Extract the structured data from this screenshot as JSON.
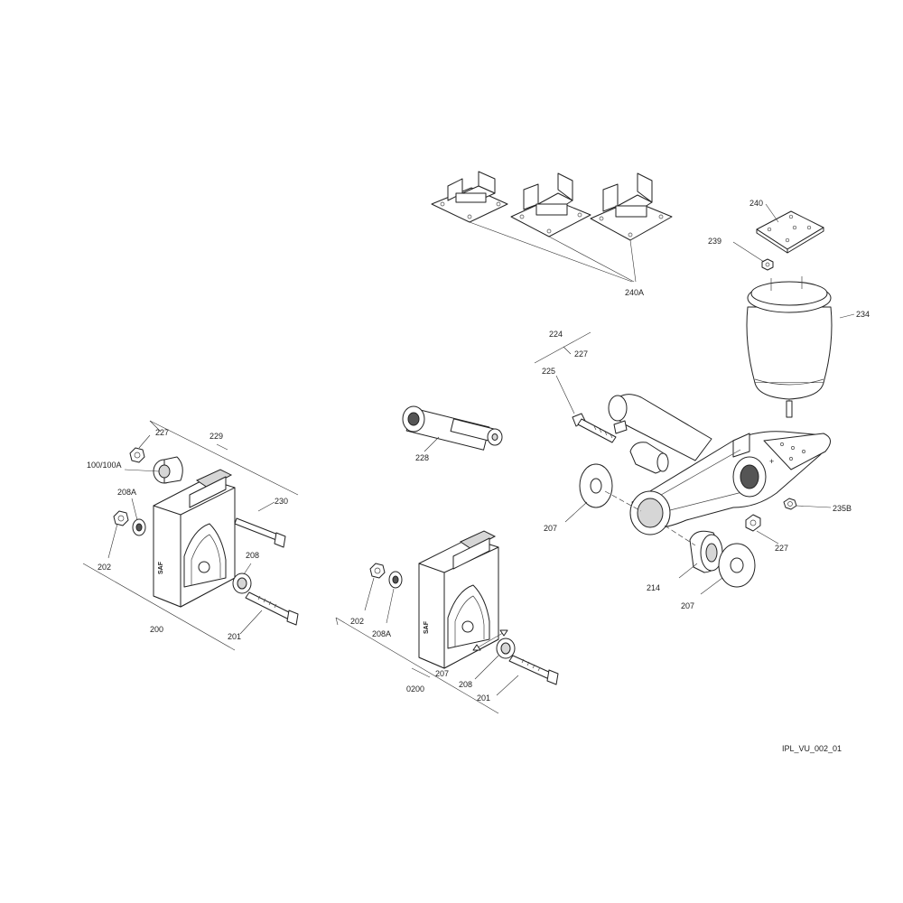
{
  "labels": {
    "l240": "240",
    "l239": "239",
    "l240a": "240A",
    "l234": "234",
    "l224": "224",
    "l227a": "227",
    "l225": "225",
    "l228": "228",
    "l227b": "227",
    "l229": "229",
    "l100": "100/100A",
    "l208a_left": "208A",
    "l230": "230",
    "l202_left": "202",
    "l208_left": "208",
    "l200": "200",
    "l201_left": "201",
    "l207_a": "207",
    "l227c": "227",
    "l235b": "235B",
    "l214": "214",
    "l207_b": "207",
    "l202_mid": "202",
    "l208a_mid": "208A",
    "l207_mid": "207",
    "l208_mid": "208",
    "l0200": "0200",
    "l201_mid": "201"
  },
  "logo_text": "SAF",
  "doc_id": "IPL_VU_002_01"
}
